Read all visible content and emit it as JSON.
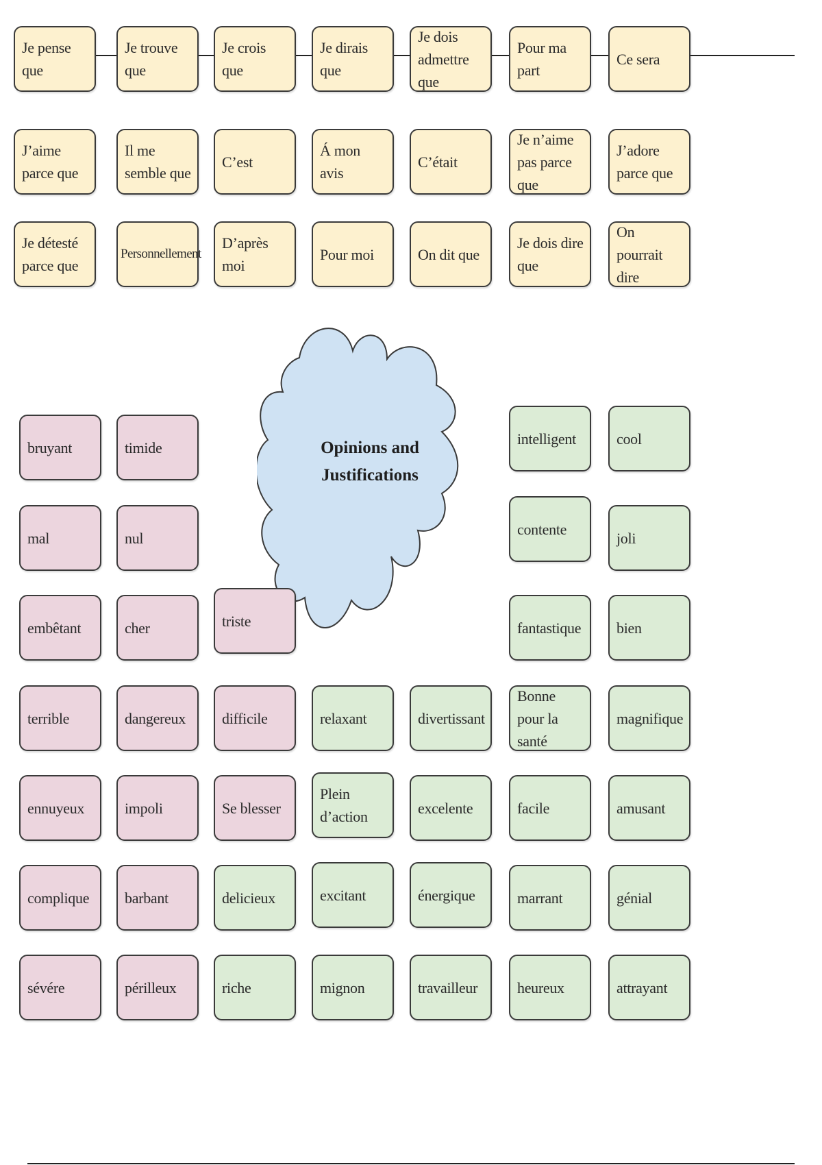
{
  "title": "Opinions and\nJustifications",
  "colors": {
    "opener": "#fdf1cf",
    "negative": "#ecd5de",
    "positive": "#dcecd6",
    "cloud": "#cfe2f3",
    "border": "#3a3a3a"
  },
  "openers": [
    [
      "Je pense que",
      "Je trouve que",
      "Je crois que",
      "Je dirais que",
      "Je dois admettre que",
      "Pour ma part",
      "Ce sera"
    ],
    [
      "J’aime parce que",
      "Il me semble que",
      "C’est",
      "Á mon avis",
      "C’était",
      "Je n’aime pas parce que",
      "J’adore parce que"
    ],
    [
      "Je détesté parce que",
      "Personnellement",
      "D’après moi",
      "Pour moi",
      "On dit que",
      "Je dois dire que",
      "On pourrait dire"
    ]
  ],
  "negative": [
    "bruyant",
    "timide",
    "mal",
    "nul",
    "embêtant",
    "cher",
    "triste",
    "terrible",
    "dangereux",
    "difficile",
    "ennuyeux",
    "impoli",
    "Se blesser",
    "complique",
    "barbant",
    "sévére",
    "périlleux"
  ],
  "positive": [
    "intelligent",
    "cool",
    "contente",
    "joli",
    "fantastique",
    "bien",
    "relaxant",
    "divertissant",
    "Bonne pour la santé",
    "magnifique",
    "Plein d’action",
    "excelente",
    "facile",
    "amusant",
    "delicieux",
    "excitant",
    "énergique",
    "marrant",
    "génial",
    "riche",
    "mignon",
    "travailleur",
    "heureux",
    "attrayant"
  ]
}
